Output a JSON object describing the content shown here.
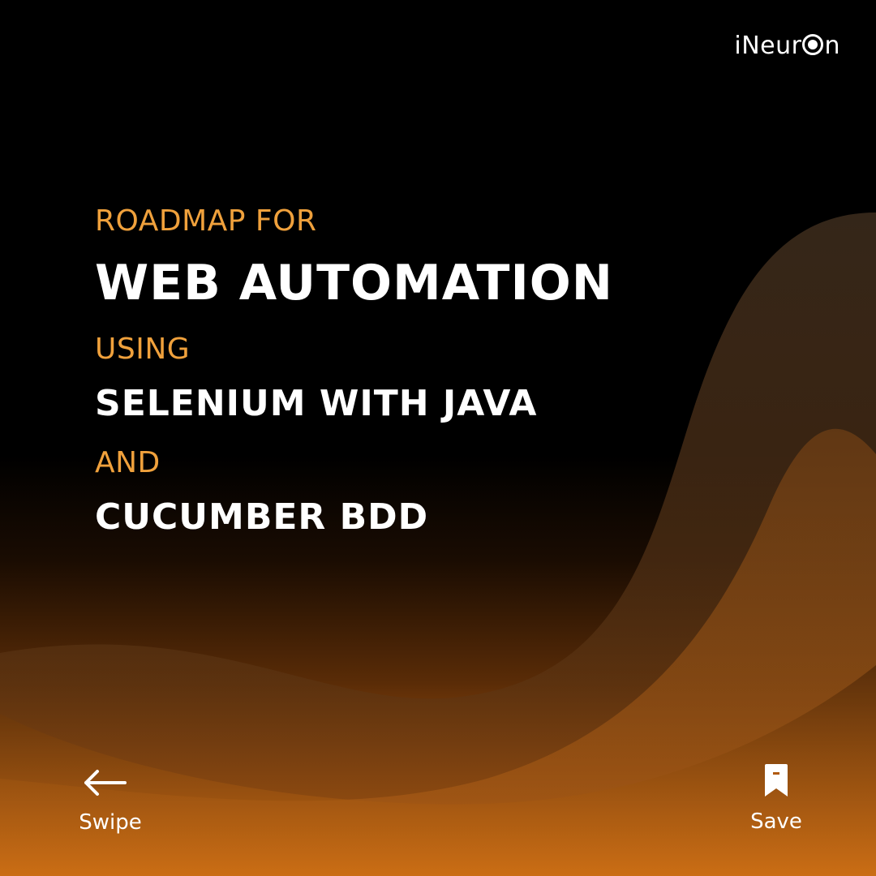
{
  "brand": {
    "name_prefix": "iNeur",
    "name_suffix": "n",
    "logo_icon": "ring-o-icon"
  },
  "headline": {
    "line1": "ROADMAP FOR",
    "line2": "WEB AUTOMATION",
    "line3": "USING",
    "line4": "SELENIUM WITH JAVA",
    "line5": "AND",
    "line6": "CUCUMBER BDD"
  },
  "navigation": {
    "swipe_label": "Swipe",
    "swipe_icon": "arrow-left-icon"
  },
  "actions": {
    "save_label": "Save",
    "save_icon": "bookmark-icon"
  },
  "colors": {
    "accent": "#f0a13c",
    "orange_bottom": "#f07f14",
    "background": "#000000",
    "text": "#ffffff"
  }
}
